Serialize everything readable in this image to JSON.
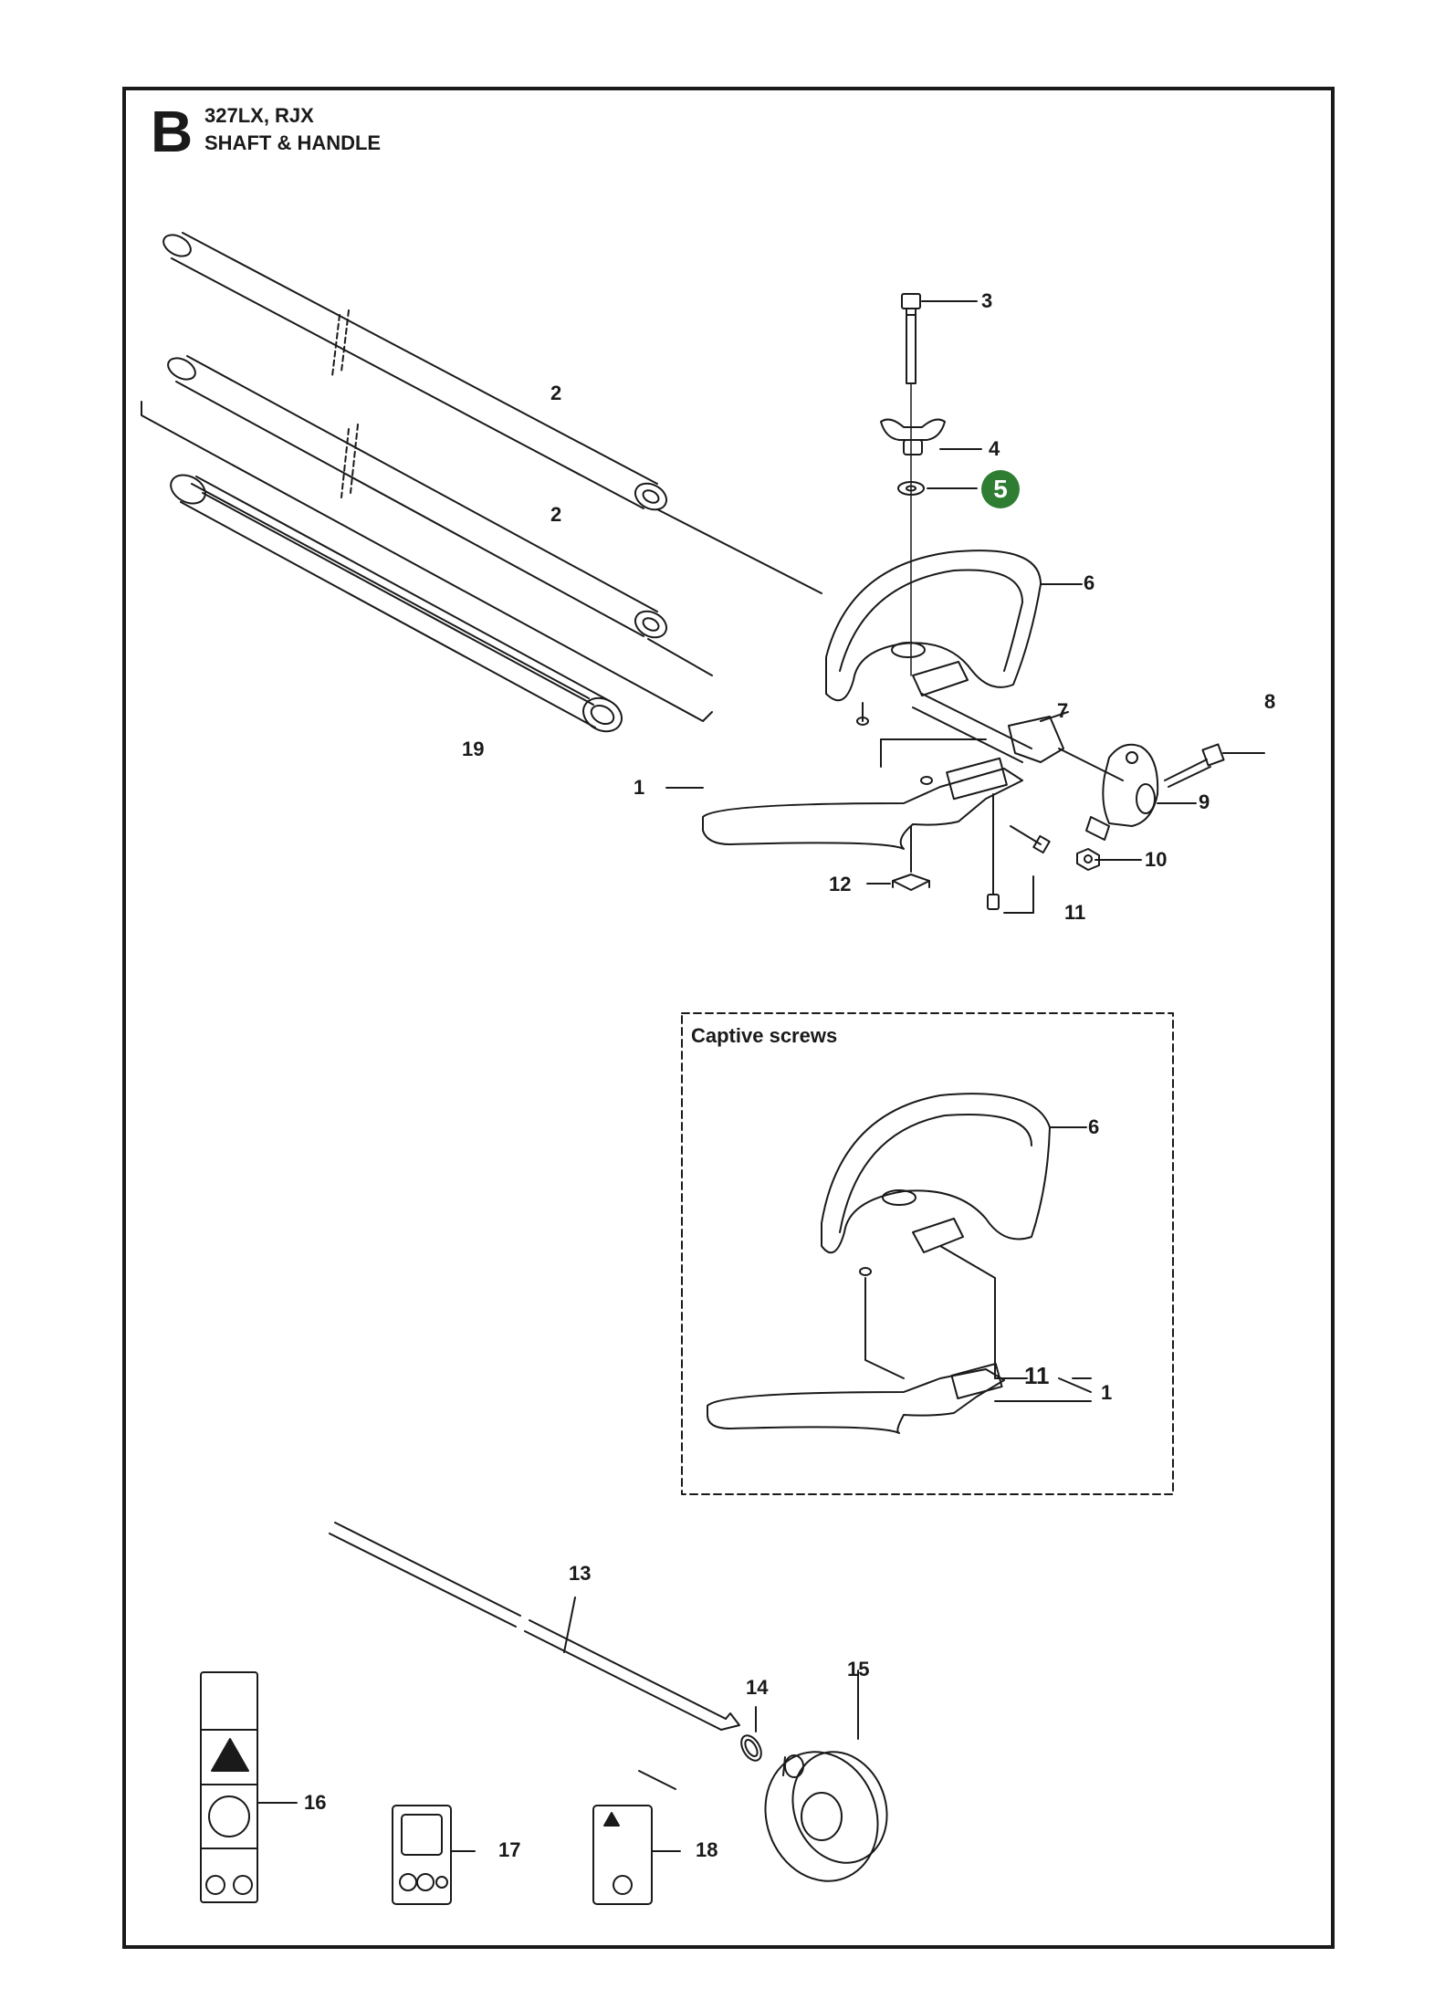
{
  "header": {
    "section_letter": "B",
    "model": "327LX, RJX",
    "section_title": "SHAFT & HANDLE"
  },
  "inset": {
    "title": "Captive screws"
  },
  "highlight": {
    "part": "5",
    "color": "#2e7d32"
  },
  "callouts": {
    "c1": "1",
    "c2a": "2",
    "c2b": "2",
    "c3": "3",
    "c4": "4",
    "c6": "6",
    "c7": "7",
    "c8": "8",
    "c9": "9",
    "c10": "10",
    "c11": "11",
    "c12": "12",
    "c19": "19",
    "inset_c6": "6",
    "inset_c11": "11",
    "inset_c1": "1",
    "c13": "13",
    "c14": "14",
    "c15": "15",
    "c16": "16",
    "c17": "17",
    "c18": "18"
  }
}
